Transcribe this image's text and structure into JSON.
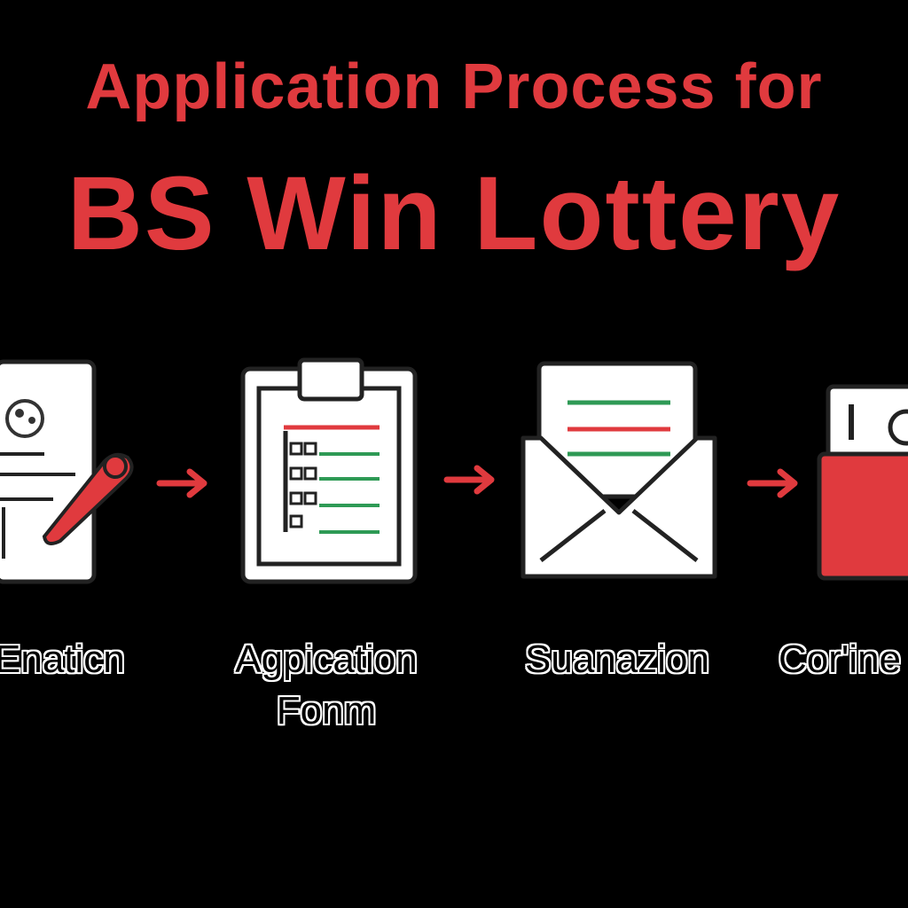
{
  "header": {
    "title_line1": "Application Process for",
    "title_line2": "BS Win Lottery"
  },
  "steps": [
    {
      "label_line1": "Enaticn",
      "label_line2": "",
      "icon": "document-pen-icon"
    },
    {
      "label_line1": "Agpication",
      "label_line2": "Fonm",
      "icon": "clipboard-form-icon"
    },
    {
      "label_line1": "Suanazion",
      "label_line2": "",
      "icon": "envelope-letter-icon"
    },
    {
      "label_line1": "Cor'ine",
      "label_line2": "",
      "icon": "wallet-card-icon"
    }
  ],
  "colors": {
    "background": "#000000",
    "accent_red": "#e03a3e",
    "accent_green": "#2e9a55",
    "icon_fill": "#ffffff",
    "icon_stroke": "#222222"
  }
}
